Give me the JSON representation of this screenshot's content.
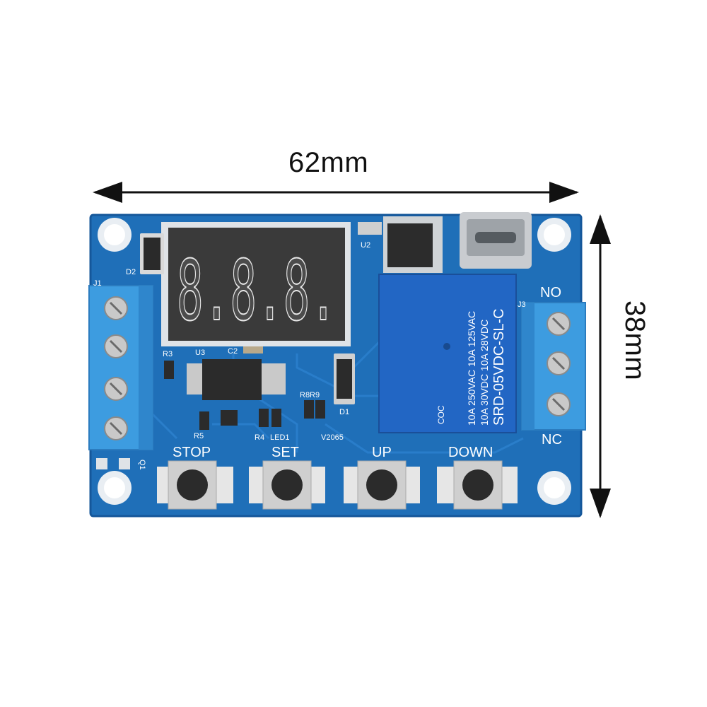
{
  "dimensions": {
    "width_label": "62mm",
    "height_label": "38mm"
  },
  "board": {
    "display_digits": "8.8.8.",
    "terminal_labels": {
      "no": "NO",
      "nc": "NC"
    },
    "buttons": [
      {
        "label": "STOP"
      },
      {
        "label": "SET"
      },
      {
        "label": "UP"
      },
      {
        "label": "DOWN"
      }
    ],
    "silkscreen": {
      "d2": "D2",
      "j1": "J1",
      "j3": "J3",
      "r3": "R3",
      "u3": "U3",
      "c2": "C2",
      "r5": "R5",
      "r4": "R4",
      "led1": "LED1",
      "r8r9": "R8R9",
      "d1": "D1",
      "u2": "U2",
      "version": "V2065",
      "q1": "Q1"
    },
    "relay": {
      "model": "SRD-05VDC-SL-C",
      "ratings": [
        "10A 250VAC 10A 125VAC",
        "10A 30VDC 10A 28VDC"
      ],
      "cert": "COC"
    },
    "colors": {
      "pcb": "#1f6fb8",
      "relay": "#2266c4",
      "terminal": "#3d9ce0",
      "display": "#3a3a3a"
    }
  }
}
